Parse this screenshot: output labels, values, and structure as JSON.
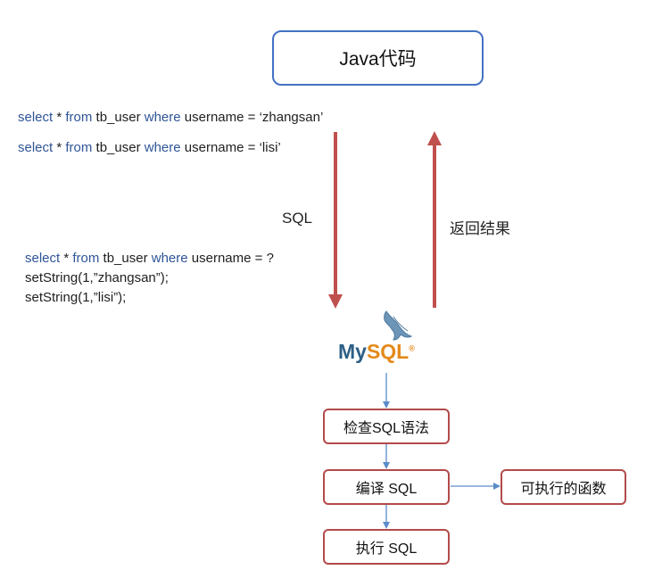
{
  "java_box": {
    "label": "Java代码"
  },
  "top_code": {
    "line1": {
      "kw1": "select",
      "p1": " * ",
      "kw2": "from",
      "p2": " tb_user ",
      "kw3": "where",
      "p3": " username = ‘zhangsan’"
    },
    "line2": {
      "kw1": "select",
      "p1": " * ",
      "kw2": "from",
      "p2": " tb_user ",
      "kw3": "where",
      "p3": " username = ‘lisi’"
    }
  },
  "sql_label": "SQL",
  "return_label": "返回结果",
  "prepared_code": {
    "line1": {
      "kw1": "select",
      "p1": " * ",
      "kw2": "from",
      "p2": " tb_user ",
      "kw3": "where",
      "p3": " username = ?"
    },
    "line2": "setString(1,”zhangsan”);",
    "line3": "setString(1,”lisi”);"
  },
  "mysql_logo": {
    "my": "My",
    "sql": "SQL",
    "reg": "®"
  },
  "steps": {
    "check": "检查SQL语法",
    "compile": "编译 SQL",
    "execute": "执行 SQL",
    "function": "可执行的函数"
  },
  "colors": {
    "java_border": "#4472c4",
    "sql_arrow": "#c0504d",
    "step_border": "#b34a4a",
    "flow_arrow": "#5b8cc9",
    "keyword": "#2f5597"
  }
}
